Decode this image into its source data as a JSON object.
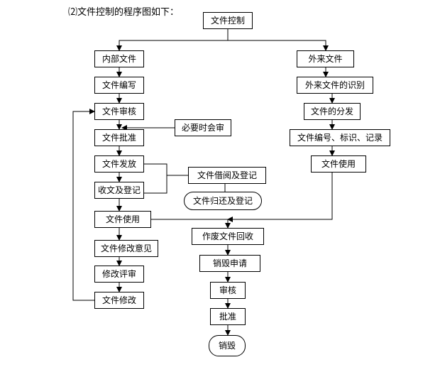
{
  "caption": "⑵文件控制的程序图如下：",
  "colors": {
    "line": "#000000",
    "background": "#ffffff"
  },
  "nodes": [
    {
      "id": "root",
      "label": "文件控制",
      "shape": "rect"
    },
    {
      "id": "internal",
      "label": "内部文件",
      "shape": "rect"
    },
    {
      "id": "external",
      "label": "外来文件",
      "shape": "rect"
    },
    {
      "id": "write",
      "label": "文件编写",
      "shape": "rect"
    },
    {
      "id": "review",
      "label": "文件审核",
      "shape": "rect"
    },
    {
      "id": "countersign",
      "label": "必要时会审",
      "shape": "rect"
    },
    {
      "id": "approve",
      "label": "文件批准",
      "shape": "rect"
    },
    {
      "id": "issue",
      "label": "文件发放",
      "shape": "rect"
    },
    {
      "id": "receive",
      "label": "收文及登记",
      "shape": "rect"
    },
    {
      "id": "borrow",
      "label": "文件借阅及登记",
      "shape": "rect"
    },
    {
      "id": "return",
      "label": "文件归还及登记",
      "shape": "terminal"
    },
    {
      "id": "use_int",
      "label": "文件使用",
      "shape": "rect"
    },
    {
      "id": "opinion",
      "label": "文件修改意见",
      "shape": "rect"
    },
    {
      "id": "rev_review",
      "label": "修改评审",
      "shape": "rect"
    },
    {
      "id": "modify",
      "label": "文件修改",
      "shape": "rect"
    },
    {
      "id": "ext_ident",
      "label": "外来文件的识别",
      "shape": "rect"
    },
    {
      "id": "distribute",
      "label": "文件的分发",
      "shape": "rect"
    },
    {
      "id": "numbering",
      "label": "文件编号、标识、记录",
      "shape": "rect"
    },
    {
      "id": "use_ext",
      "label": "文件使用",
      "shape": "rect"
    },
    {
      "id": "recall",
      "label": "作废文件回收",
      "shape": "rect"
    },
    {
      "id": "destroy_req",
      "label": "销毁申请",
      "shape": "rect"
    },
    {
      "id": "d_review",
      "label": "审核",
      "shape": "rect"
    },
    {
      "id": "d_approve",
      "label": "批准",
      "shape": "rect"
    },
    {
      "id": "destroy",
      "label": "销毁",
      "shape": "terminal"
    }
  ],
  "edges": [
    {
      "from": "root",
      "to": "internal",
      "arrow": true
    },
    {
      "from": "root",
      "to": "external",
      "arrow": true
    },
    {
      "from": "internal",
      "to": "write",
      "arrow": true
    },
    {
      "from": "write",
      "to": "review",
      "arrow": true
    },
    {
      "from": "review",
      "to": "approve",
      "arrow": true
    },
    {
      "from": "countersign",
      "to": "approve",
      "arrow": true
    },
    {
      "from": "approve",
      "to": "issue",
      "arrow": true
    },
    {
      "from": "issue",
      "to": "receive",
      "arrow": true
    },
    {
      "from": "issue",
      "to": "borrow",
      "arrow": false
    },
    {
      "from": "receive",
      "to": "borrow",
      "arrow": false
    },
    {
      "from": "borrow",
      "to": "return",
      "arrow": false
    },
    {
      "from": "receive",
      "to": "use_int",
      "arrow": true
    },
    {
      "from": "use_int",
      "to": "opinion",
      "arrow": true
    },
    {
      "from": "opinion",
      "to": "rev_review",
      "arrow": true
    },
    {
      "from": "rev_review",
      "to": "modify",
      "arrow": true
    },
    {
      "from": "modify",
      "to": "review",
      "arrow": true
    },
    {
      "from": "external",
      "to": "ext_ident",
      "arrow": true
    },
    {
      "from": "ext_ident",
      "to": "distribute",
      "arrow": true
    },
    {
      "from": "distribute",
      "to": "numbering",
      "arrow": true
    },
    {
      "from": "numbering",
      "to": "use_ext",
      "arrow": true
    },
    {
      "from": "use_ext",
      "to": "recall",
      "arrow": true
    },
    {
      "from": "use_int",
      "to": "recall",
      "arrow": true
    },
    {
      "from": "recall",
      "to": "destroy_req",
      "arrow": true
    },
    {
      "from": "destroy_req",
      "to": "d_review",
      "arrow": true
    },
    {
      "from": "d_review",
      "to": "d_approve",
      "arrow": true
    },
    {
      "from": "d_approve",
      "to": "destroy",
      "arrow": true
    }
  ]
}
